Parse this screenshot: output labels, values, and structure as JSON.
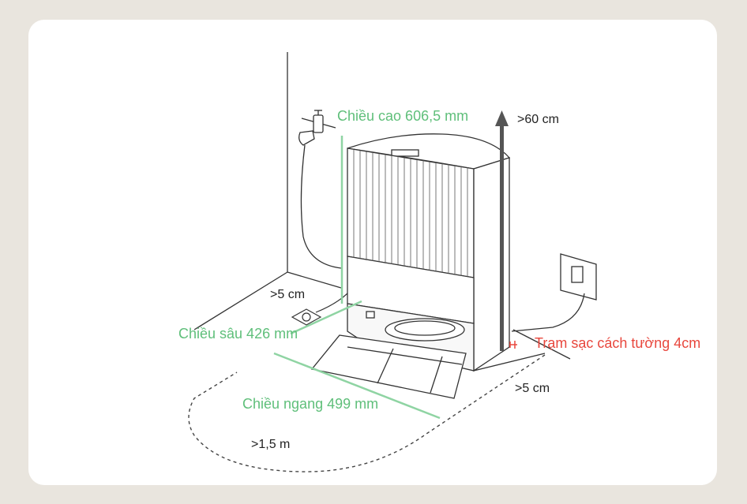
{
  "labels": {
    "height": "Chiều cao 606,5 mm",
    "depth": "Chiều sâu 426 mm",
    "width": "Chiều ngang 499 mm",
    "top_clearance": ">60 cm",
    "left_clearance": ">5 cm",
    "right_clearance": ">5 cm",
    "front_clearance": ">1,5 m",
    "wall_distance": "Trạm sạc cách tường 4cm"
  },
  "colors": {
    "measure": "#8fd4a3",
    "measure_text": "#5fbf7a",
    "arrow": "#555555",
    "warning": "#e8473d",
    "line": "#333333",
    "background": "#e9e5de",
    "panel": "#ffffff"
  }
}
